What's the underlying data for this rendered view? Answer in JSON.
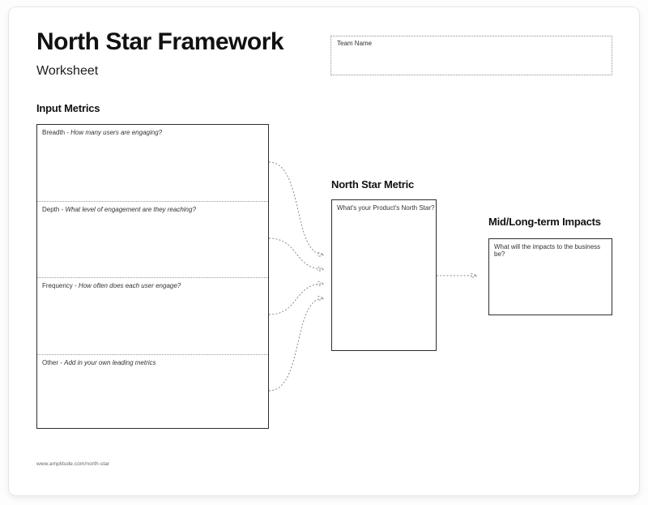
{
  "page": {
    "title": "North Star Framework",
    "subtitle": "Worksheet",
    "footer_url": "www.amplitude.com/north-star"
  },
  "team_name_field": {
    "label": "Team Name"
  },
  "input_metrics": {
    "heading": "Input Metrics",
    "rows": [
      {
        "label": "Breadth -",
        "question": "How many users are engaging?"
      },
      {
        "label": "Depth -",
        "question": "What level of engagement are they reaching?"
      },
      {
        "label": "Frequency -",
        "question": "How often does each user engage?"
      },
      {
        "label": "Other -",
        "question": "Add in your own leading metrics"
      }
    ]
  },
  "north_star_metric": {
    "heading": "North Star Metric",
    "prompt": "What's your Product's North Star?"
  },
  "impacts": {
    "heading": "Mid/Long-term Impacts",
    "prompt": "What will the impacts to the business be?"
  },
  "colors": {
    "ink": "#111111",
    "connector_line": "#8a8a8a",
    "box_border": "#2e2e2e"
  }
}
